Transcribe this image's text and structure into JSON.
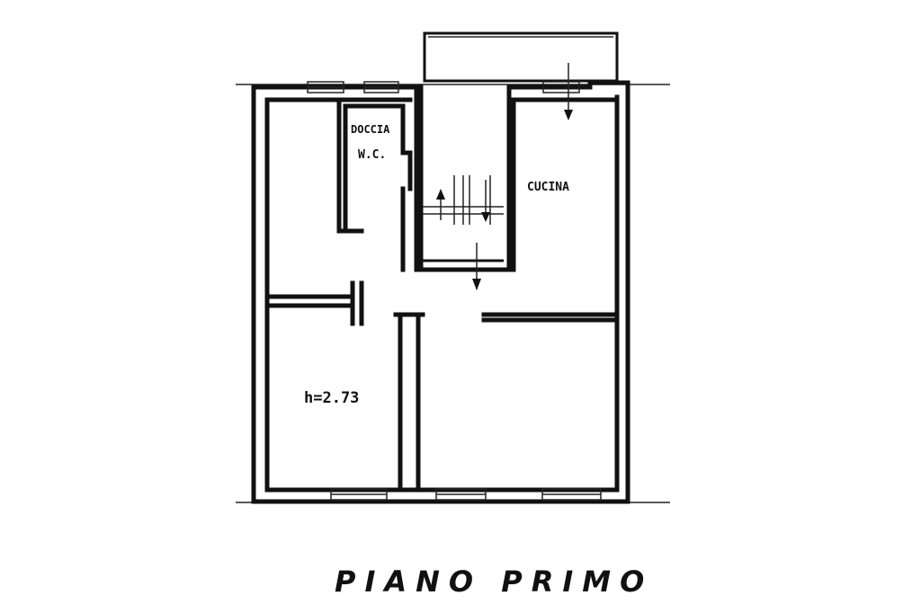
{
  "labels": {
    "bathroom_line1": "DOCCIA",
    "bathroom_line2": "W.C.",
    "kitchen": "CUCINA",
    "height": "h=2.73"
  },
  "title": "PIANO PRIMO",
  "colors": {
    "ink": "#111111",
    "paper": "#ffffff"
  }
}
